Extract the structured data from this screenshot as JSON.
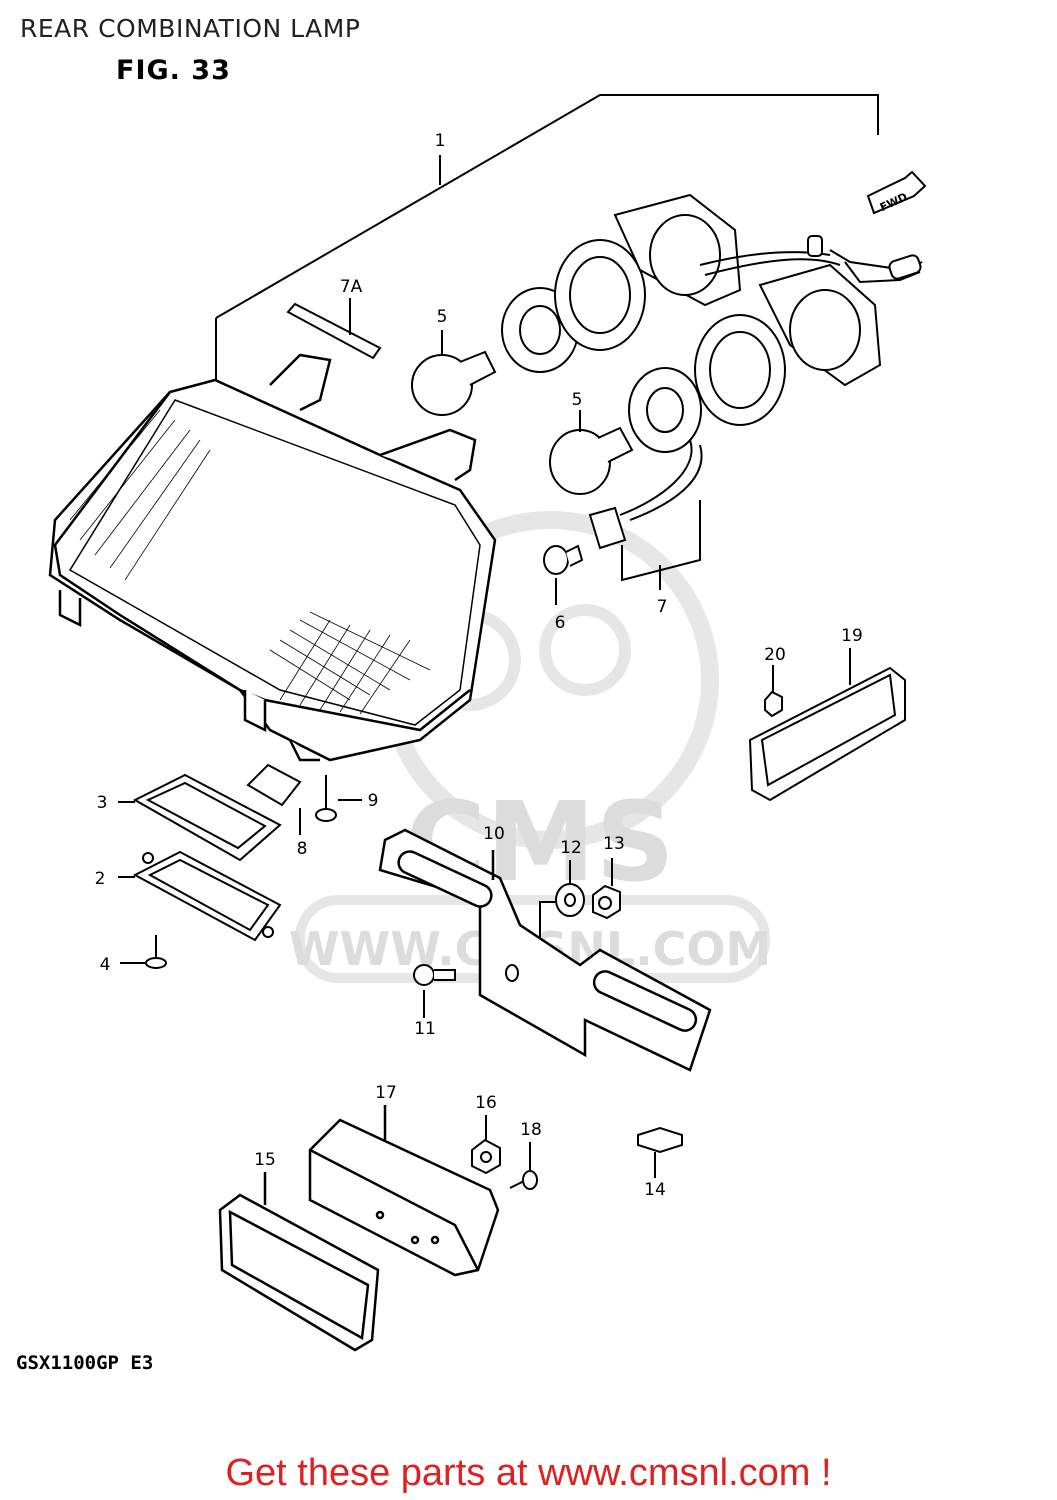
{
  "header": {
    "title": "REAR COMBINATION LAMP",
    "figure": "FIG. 33"
  },
  "diagram": {
    "model_code": "GSX1100GP  E3",
    "fwd_tag": "FWD",
    "callouts": [
      "1",
      "7A",
      "5",
      "5",
      "6",
      "7",
      "20",
      "19",
      "3",
      "9",
      "8",
      "2",
      "10",
      "12",
      "13",
      "4",
      "11",
      "17",
      "16",
      "18",
      "14",
      "15"
    ]
  },
  "watermark": {
    "brand": "CMS",
    "url": "WWW.CMSNL.COM"
  },
  "footer": {
    "link_text": "Get these parts at www.cmsnl.com !",
    "link_color": "#e02020"
  }
}
